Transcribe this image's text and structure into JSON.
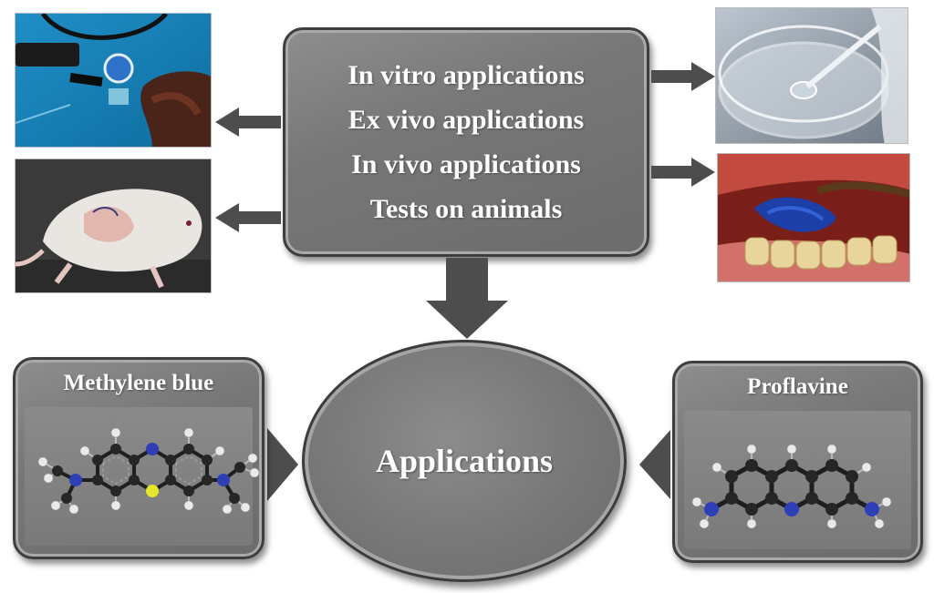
{
  "main_box": {
    "lines": [
      "In vitro applications",
      "Ex vivo applications",
      "In vivo applications",
      "Tests on animals"
    ]
  },
  "center": {
    "label": "Applications"
  },
  "left_molecule": {
    "title": "Methylene blue"
  },
  "right_molecule": {
    "title": "Proflavine"
  },
  "colors": {
    "box_fill": "#7a7a7a",
    "arrow": "#4d4d4d",
    "carbon": "#262626",
    "hydrogen": "#eaeaea",
    "nitrogen": "#2e3fb5",
    "sulfur": "#e4e62a"
  }
}
